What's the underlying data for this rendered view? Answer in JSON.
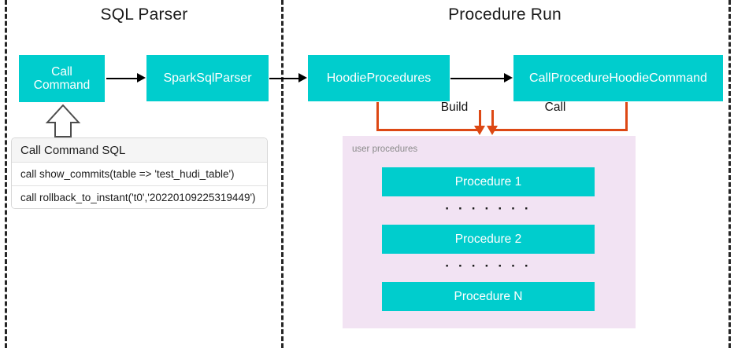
{
  "diagram": {
    "type": "flowchart",
    "title_not_shown": "",
    "colors": {
      "node_fill": "#00cdcd",
      "node_text": "#ffffff",
      "arrow_black": "#000000",
      "arrow_orange": "#dd4814",
      "panel_fill": "#f2e3f3",
      "panel_label": "#8a8a8a",
      "divider": "#252525",
      "table_header_fill": "#f5f5f5"
    },
    "sections": [
      {
        "id": "sql-parser",
        "title": "SQL Parser"
      },
      {
        "id": "procedure-run",
        "title": "Procedure Run"
      }
    ],
    "nodes": [
      {
        "id": "call-command",
        "label": "Call\nCommand"
      },
      {
        "id": "spark-sql-parser",
        "label": "SparkSqlParser"
      },
      {
        "id": "hoodie-procedures",
        "label": "HoodieProcedures"
      },
      {
        "id": "call-procedure-hoodie-command",
        "label": "CallProcedureHoodieCommand"
      }
    ],
    "edges": [
      {
        "from": "call-command",
        "to": "spark-sql-parser",
        "label": "",
        "color": "#000000"
      },
      {
        "from": "spark-sql-parser",
        "to": "hoodie-procedures",
        "label": "",
        "color": "#000000"
      },
      {
        "from": "hoodie-procedures",
        "to": "call-procedure-hoodie-command",
        "label": "",
        "color": "#000000"
      },
      {
        "from": "hoodie-procedures",
        "to": "user-procedures",
        "label": "Build",
        "color": "#dd4814"
      },
      {
        "from": "call-procedure-hoodie-command",
        "to": "user-procedures",
        "label": "Call",
        "color": "#dd4814"
      }
    ],
    "edge_labels": {
      "build": "Build",
      "call": "Call"
    },
    "sql_table": {
      "header": "Call Command SQL",
      "rows": [
        "call show_commits(table => 'test_hudi_table')",
        "call rollback_to_instant('t0','20220109225319449')"
      ]
    },
    "user_procedures_panel": {
      "label": "user procedures",
      "items": [
        {
          "label": "Procedure 1"
        },
        {
          "label": "Procedure 2"
        },
        {
          "label": "Procedure N"
        }
      ],
      "separators": [
        "· · · · · · ·",
        "· · · · · · ·"
      ]
    }
  }
}
